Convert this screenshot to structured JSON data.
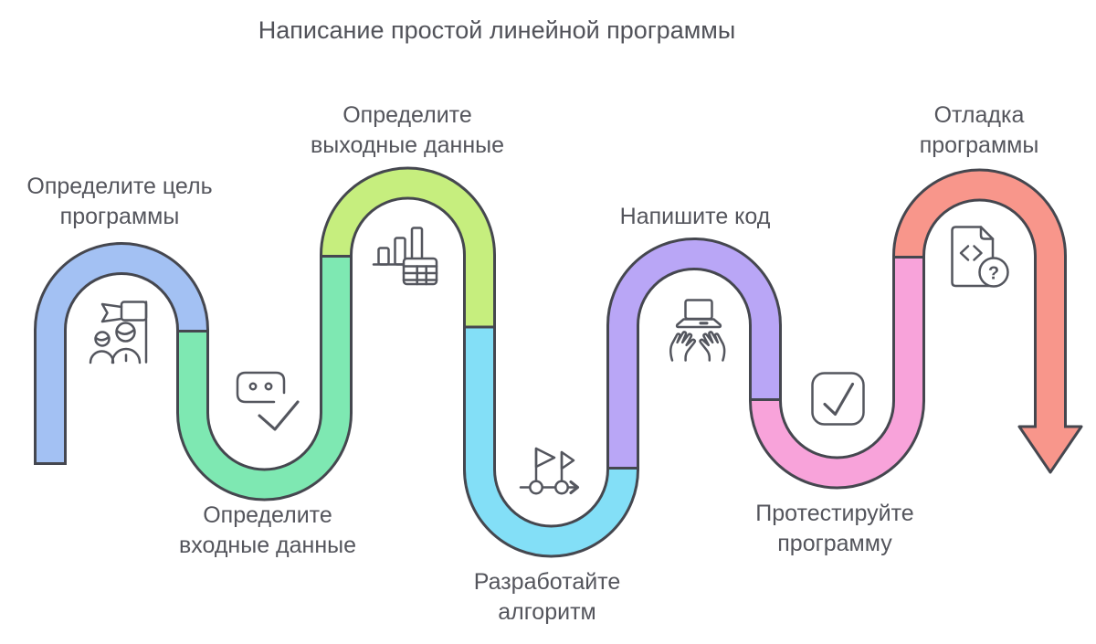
{
  "title": "Написание простой линейной программы",
  "steps": [
    {
      "label": "Определите цель\nпрограммы",
      "icon": "team-goal-flag-icon"
    },
    {
      "label": "Определите\nвходные данные",
      "icon": "card-dots-check-icon"
    },
    {
      "label": "Определите\nвыходные данные",
      "icon": "bar-chart-table-icon"
    },
    {
      "label": "Разработайте\nалгоритм",
      "icon": "milestone-flags-arrow-icon"
    },
    {
      "label": "Напишите код",
      "icon": "laptop-typing-hands-icon"
    },
    {
      "label": "Протестируйте\nпрограмму",
      "icon": "checkbox-check-icon"
    },
    {
      "label": "Отладка\nпрограммы",
      "icon": "code-file-question-icon"
    }
  ],
  "colors": {
    "step1_blue": "#a3c1f3",
    "step2_green": "#7ee8b2",
    "step3_lime": "#c6ee7e",
    "step4_cyan": "#83dff7",
    "step5_purple": "#b9a6f6",
    "step6_pink": "#f8a3da",
    "step7_salmon": "#f8968b",
    "outline": "#45474f",
    "text": "#54555c"
  },
  "glyphs": {
    "question_mark": "?"
  }
}
